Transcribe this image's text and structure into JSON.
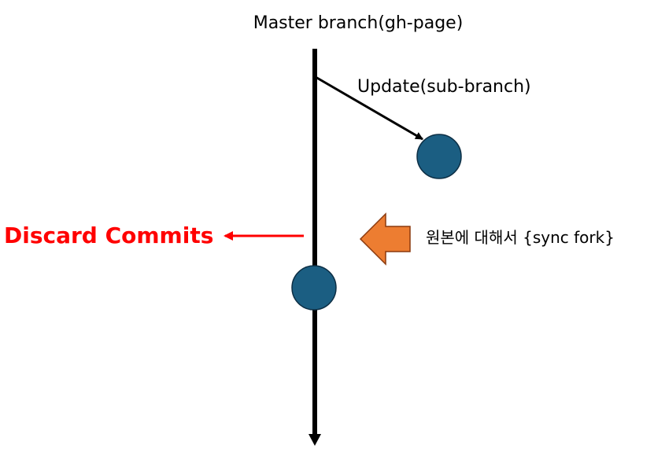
{
  "diagram": {
    "master_branch_label": "Master branch(gh-page)",
    "update_label": "Update(sub-branch)",
    "discard_label": "Discard Commits",
    "sync_label": "원본에 대해서 {sync fork}"
  },
  "colors": {
    "commit_fill": "#1b5e82",
    "commit_stroke": "#0d2f45",
    "discard_text": "#ff0000",
    "discard_arrow": "#ff0000",
    "sync_arrow_fill": "#ed7d31",
    "sync_arrow_stroke": "#8b3a0e",
    "branch_line": "#000000"
  }
}
